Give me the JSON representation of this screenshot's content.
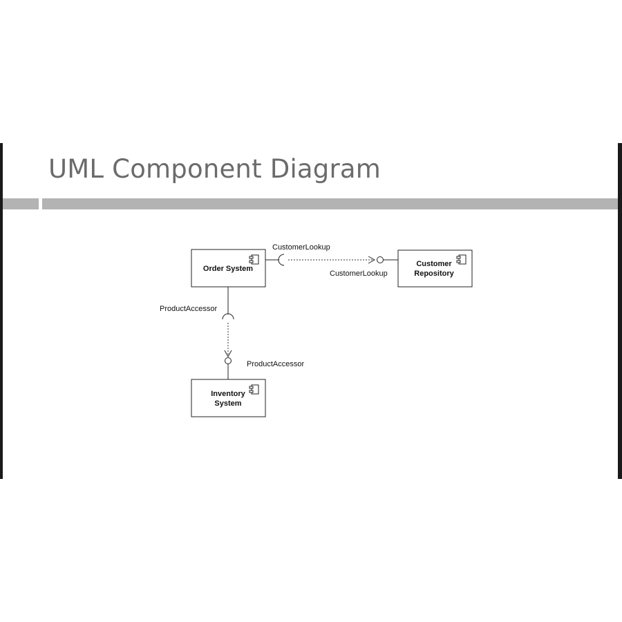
{
  "slide": {
    "title": "UML Component Diagram"
  },
  "components": {
    "order_system": {
      "name": "Order System"
    },
    "customer_repository": {
      "line1": "Customer",
      "line2": "Repository"
    },
    "inventory_system": {
      "line1": "Inventory",
      "line2": "System"
    }
  },
  "interfaces": {
    "customer_lookup_required": "CustomerLookup",
    "customer_lookup_provided": "CustomerLookup",
    "product_accessor_required": "ProductAccessor",
    "product_accessor_provided": "ProductAccessor"
  }
}
